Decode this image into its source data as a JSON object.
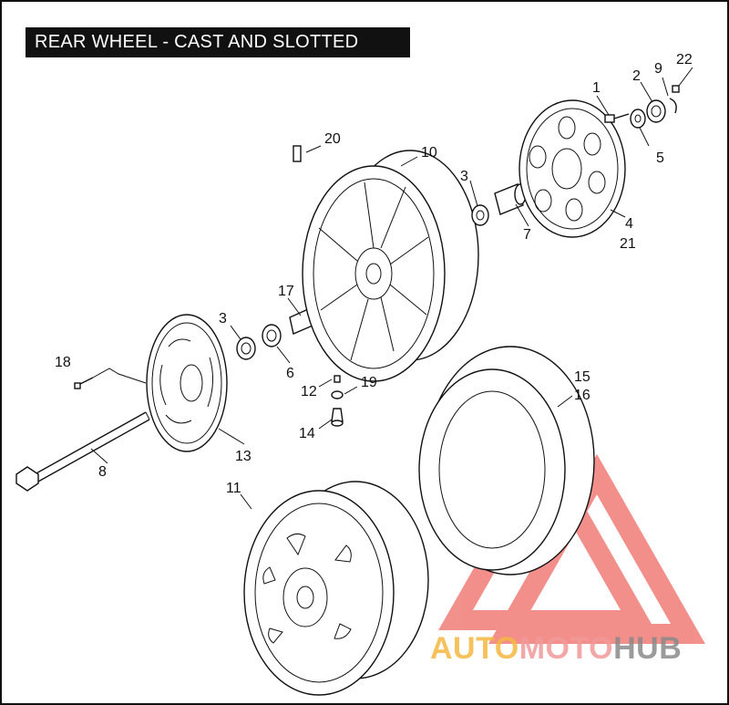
{
  "title": "REAR WHEEL - CAST AND SLOTTED",
  "callouts": {
    "c1": "1",
    "c2": "2",
    "c3a": "3",
    "c3b": "3",
    "c4": "4",
    "c5": "5",
    "c6": "6",
    "c7": "7",
    "c8": "8",
    "c9": "9",
    "c10": "10",
    "c11": "11",
    "c12": "12",
    "c13": "13",
    "c14": "14",
    "c15": "15",
    "c16": "16",
    "c17": "17",
    "c18": "18",
    "c19": "19",
    "c20": "20",
    "c21": "21",
    "c22": "22"
  },
  "watermark": {
    "part1": "AUTO",
    "part2": "MOTO",
    "part3": "HUB",
    "color1": "#f5b841",
    "color2": "#f19a9a",
    "color3": "#8a8a8a",
    "triangle_color": "#e8352e"
  }
}
